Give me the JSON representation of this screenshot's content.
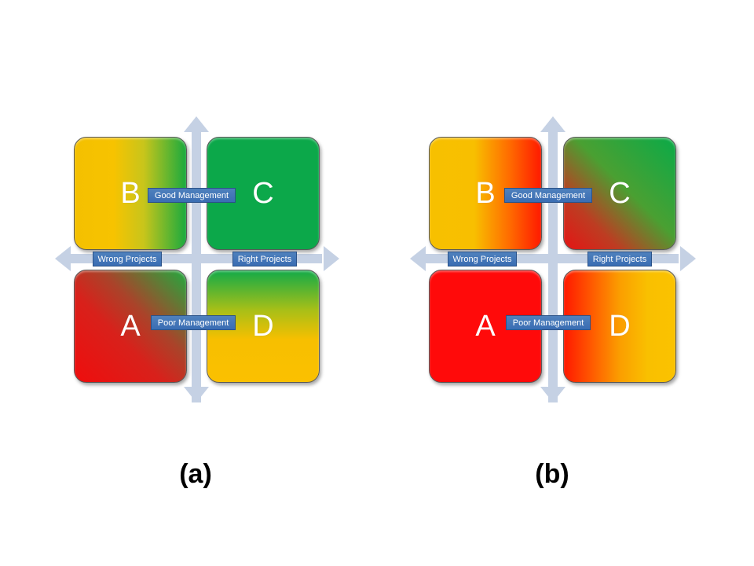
{
  "panels": [
    {
      "quadrants": {
        "b": "B",
        "c": "C",
        "a": "A",
        "d": "D"
      },
      "labels": {
        "top": "Good Management",
        "bottom": "Poor Management",
        "left": "Wrong Projects",
        "right": "Right Projects"
      },
      "caption": "(a)"
    },
    {
      "quadrants": {
        "b": "B",
        "c": "C",
        "a": "A",
        "d": "D"
      },
      "labels": {
        "top": "Good Management",
        "bottom": "Poor Management",
        "left": "Wrong Projects",
        "right": "Right Projects"
      },
      "caption": "(b)"
    }
  ],
  "colors": {
    "axis_arrow": "#c5d1e4",
    "label_box": "#4f81bd",
    "green": "#0ca84a",
    "yellow": "#f7c000",
    "red": "#ff0a0a"
  }
}
